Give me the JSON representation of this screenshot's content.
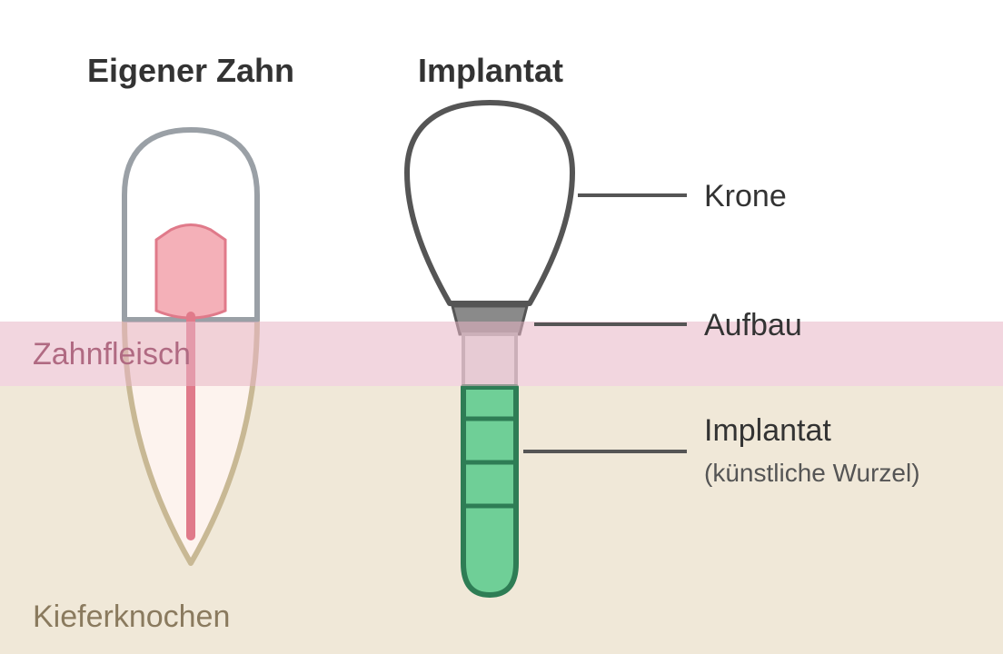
{
  "titles": {
    "natural": "Eigener Zahn",
    "implant": "Implantat"
  },
  "zones": {
    "gum": "Zahnfleisch",
    "bone": "Kieferknochen"
  },
  "labels": {
    "crown": "Krone",
    "abutment": "Aufbau",
    "implant": "Implantat",
    "implant_sub": "(künstliche Wurzel)"
  },
  "colors": {
    "background": "#ffffff",
    "bone": "#f0e8d8",
    "gum_band": "#e8b4c4",
    "natural_tooth_outline": "#9aa0a6",
    "root_outline": "#c8b894",
    "pulp": "#f4b0b8",
    "pulp_outline": "#e07a8a",
    "nerve": "#e07a8a",
    "crown_outline": "#555555",
    "abutment": "#8a8a8a",
    "implant_fill": "#6fcf97",
    "implant_outline": "#2e7d55",
    "zone_gum_text": "#b06a82",
    "zone_bone_text": "#8a7a5e",
    "leader": "#555555"
  }
}
